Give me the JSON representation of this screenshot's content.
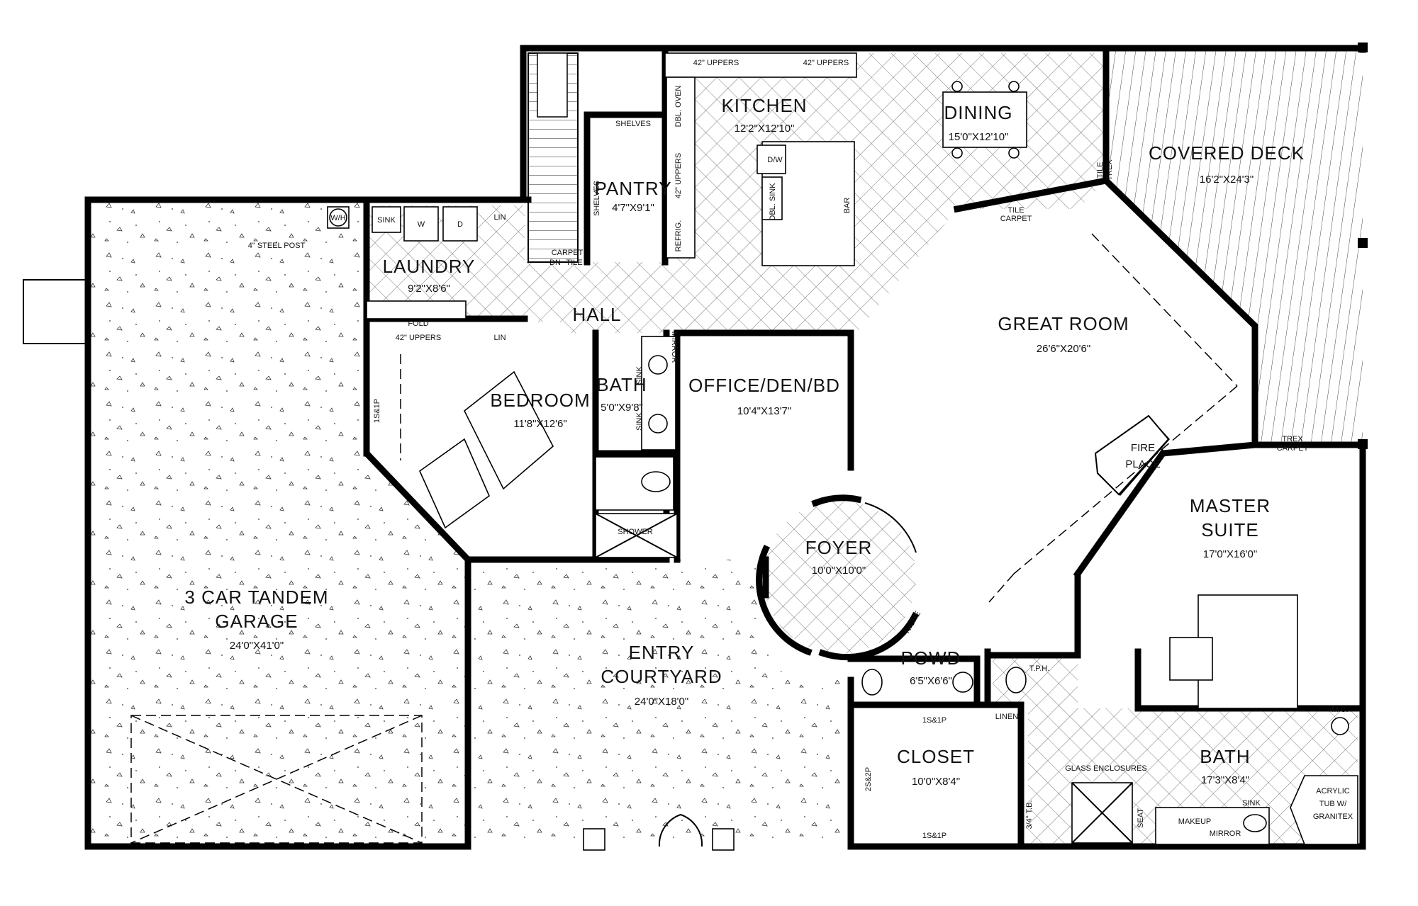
{
  "rooms": {
    "kitchen": {
      "name": "KITCHEN",
      "dims": "12'2\"X12'10\""
    },
    "dining": {
      "name": "DINING",
      "dims": "15'0\"X12'10\""
    },
    "covered_deck": {
      "name": "COVERED DECK",
      "dims": "16'2\"X24'3\""
    },
    "pantry": {
      "name": "PANTRY",
      "dims": "4'7\"X9'1\""
    },
    "laundry": {
      "name": "LAUNDRY",
      "dims": "9'2\"X8'6\""
    },
    "hall": {
      "name": "HALL"
    },
    "great_room": {
      "name": "GREAT ROOM",
      "dims": "26'6\"X20'6\""
    },
    "bedroom": {
      "name": "BEDROOM",
      "dims": "11'8\"X12'6\""
    },
    "bath_small": {
      "name": "BATH",
      "dims": "5'0\"X9'8\""
    },
    "office": {
      "name": "OFFICE/DEN/BD",
      "dims": "10'4\"X13'7\""
    },
    "fireplace": {
      "line1": "FIRE",
      "line2": "PLACE"
    },
    "master_suite": {
      "line1": "MASTER",
      "line2": "SUITE",
      "dims": "17'0\"X16'0\""
    },
    "garage": {
      "line1": "3 CAR TANDEM",
      "line2": "GARAGE",
      "dims": "24'0\"X41'0\""
    },
    "foyer": {
      "name": "FOYER",
      "dims": "10'0\"X10'0\""
    },
    "entry_courtyard": {
      "line1": "ENTRY",
      "line2": "COURTYARD",
      "dims": "24'0\"X18'0\""
    },
    "powder": {
      "name": "POWD",
      "dims": "6'5\"X6'6\""
    },
    "closet": {
      "name": "CLOSET",
      "dims": "10'0\"X8'4\""
    },
    "master_bath": {
      "name": "BATH",
      "dims": "17'3\"X8'4\""
    }
  },
  "notes": {
    "uppers_42_a": "42\" UPPERS",
    "uppers_42_b": "42\" UPPERS",
    "uppers_42_c": "42\" UPPERS",
    "uppers_42_laundry": "42\" UPPERS",
    "dbl_oven": "DBL. OVEN",
    "refrig": "REFRIG.",
    "shelves_a": "SHELVES",
    "shelves_b": "SHELVES",
    "dw": "D/W",
    "dbl_sink": "DBL. SINK",
    "bar": "BAR",
    "wh": "W/H",
    "sink_laundry": "SINK",
    "washer": "W",
    "dryer": "D",
    "lin_a": "LIN",
    "lin_b": "LIN",
    "linen": "LINEN",
    "steel_post": "4\" STEEL POST",
    "fold": "FOLD",
    "carpet_tile_a": "CARPET",
    "tile_a": "TILE",
    "dn": "DN",
    "tile_carpet_a": "TILE",
    "carpet_b": "CARPET",
    "trex_carpet_a": "TREX",
    "trex_carpet_b": "CARPET",
    "tile_trex_a": "TILE",
    "tile_trex_b": "TREX",
    "mirror_a": "MIRROR",
    "sink_a": "SINK",
    "sink_b": "SINK",
    "shower": "SHOWER",
    "shelf_1s1p_a": "1S&1P",
    "shelf_1s1p_b": "1S&1P",
    "shelf_1s1p_c": "1S&1P",
    "shelf_2s2p": "2S&2P",
    "niche": "NICHE",
    "tp": "T.P.H.",
    "glass": "GLASS ENCLOSURES",
    "seat": "SEAT",
    "makeup": "MAKEUP",
    "mirror_b": "MIRROR",
    "sink_c": "SINK",
    "acrylic1": "ACRYLIC",
    "acrylic2": "TUB W/",
    "acrylic3": "GRANITEX",
    "mc": "M.C.",
    "tb": "3/4\" T.B."
  }
}
